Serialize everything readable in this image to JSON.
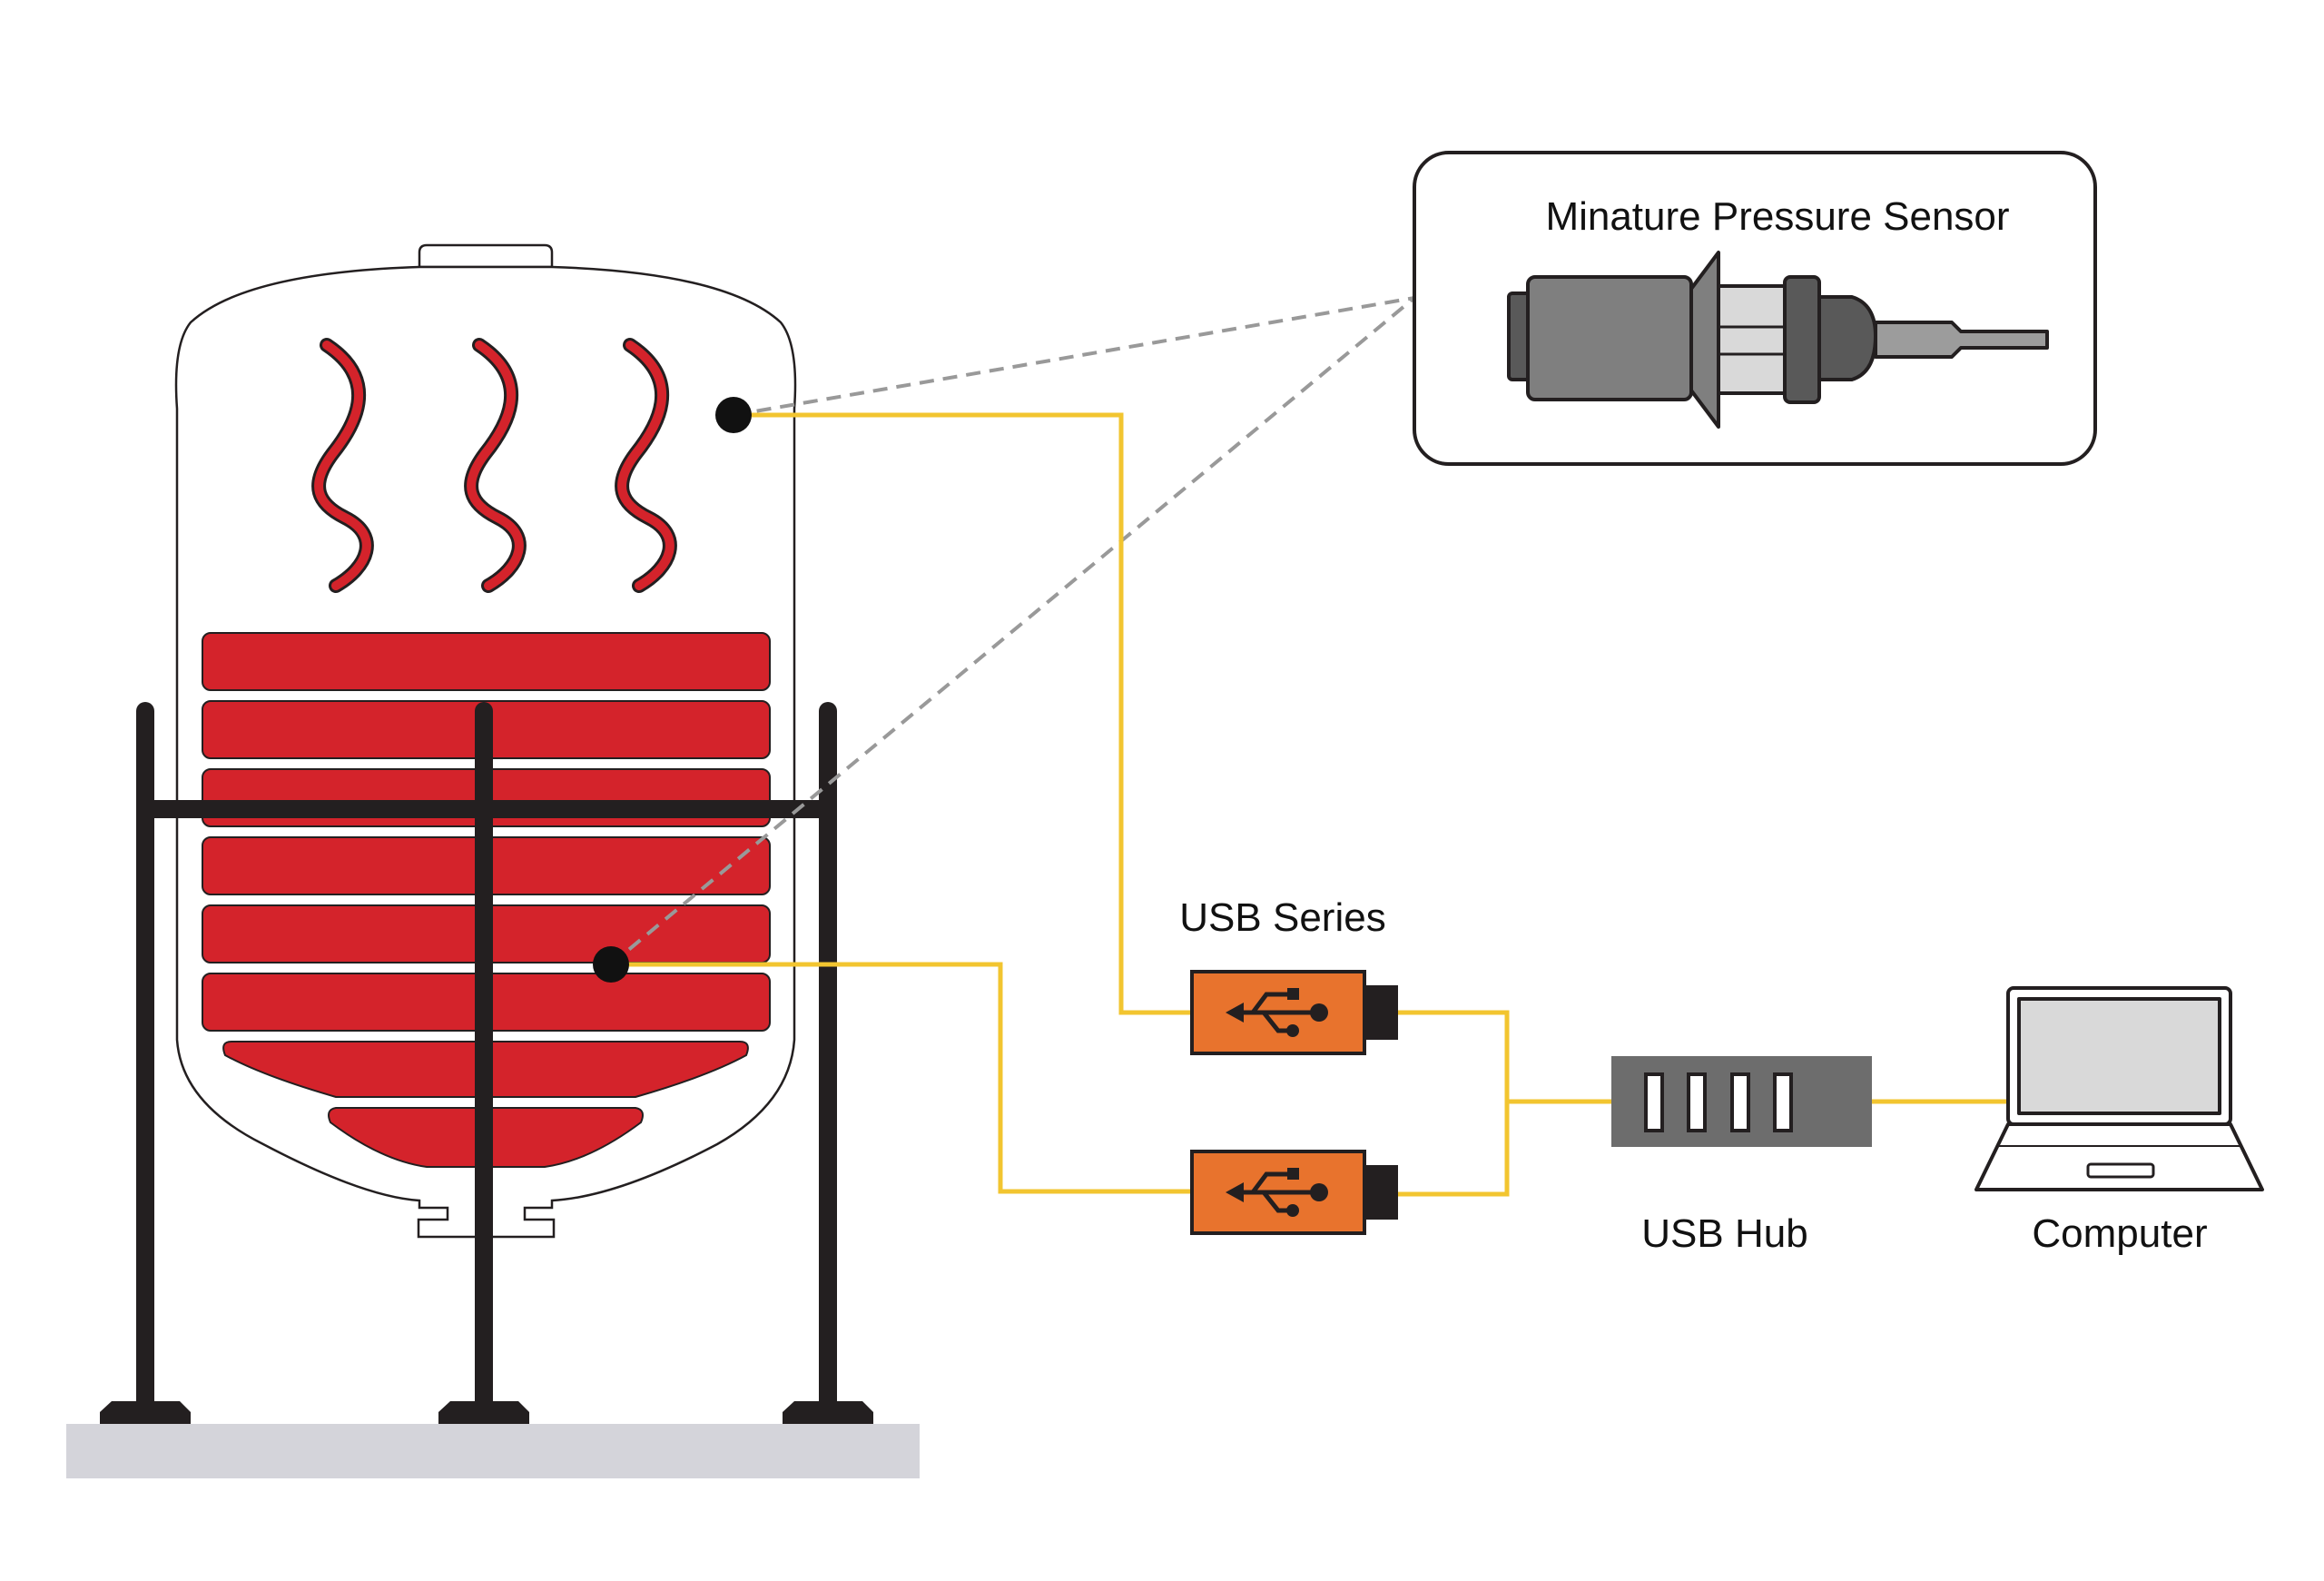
{
  "labels": {
    "sensor": "Minature Pressure Sensor",
    "usb_series": "USB Series",
    "usb_hub": "USB Hub",
    "computer": "Computer"
  },
  "colors": {
    "heat": "#d4232b",
    "cable": "#f2c530",
    "usb_body": "#e8732d",
    "hub": "#6d6d6d",
    "sensor_body": "#7f7f7f",
    "sensor_light": "#d9d9d9",
    "stand": "#231f20",
    "ground": "#d4d4da",
    "screen": "#d9d9d9",
    "dashed": "#999999"
  },
  "icons": {
    "usb_module": "usb-icon",
    "computer": "laptop-icon",
    "hub": "usb-hub-icon",
    "sensor": "pressure-sensor-icon"
  }
}
